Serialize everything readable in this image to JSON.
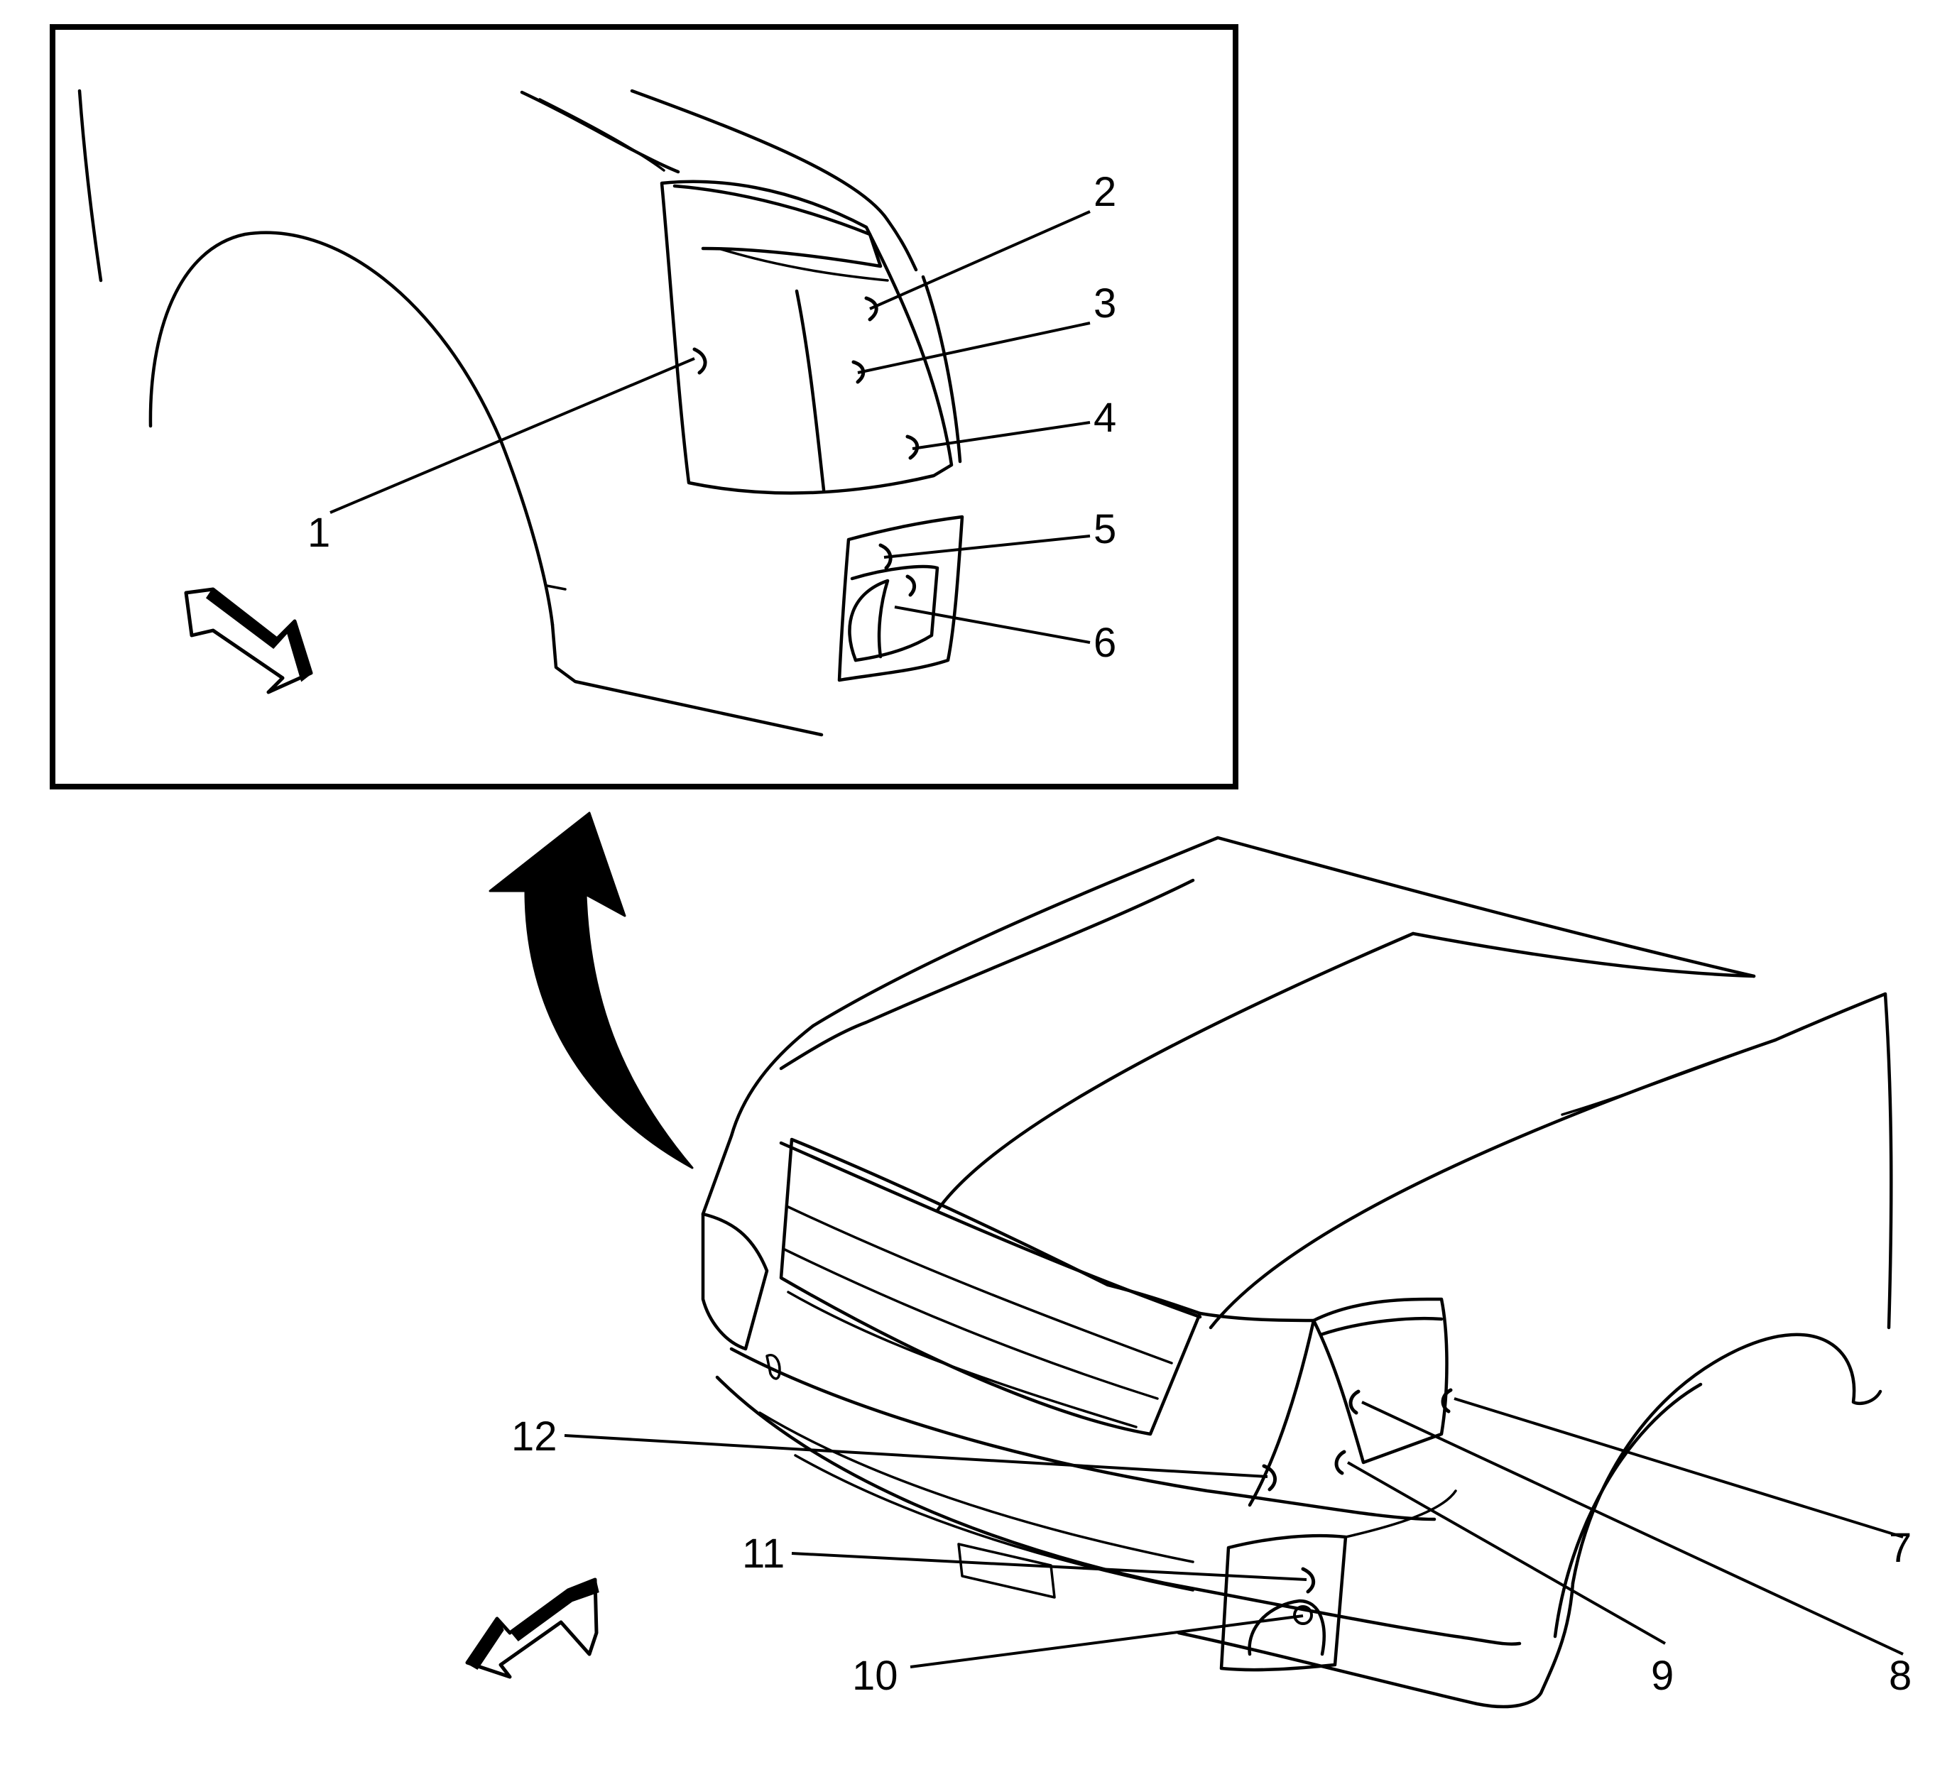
{
  "inset": {
    "callouts": [
      {
        "id": "1",
        "label": "1"
      },
      {
        "id": "2",
        "label": "2"
      },
      {
        "id": "3",
        "label": "3"
      },
      {
        "id": "4",
        "label": "4"
      },
      {
        "id": "5",
        "label": "5"
      },
      {
        "id": "6",
        "label": "6"
      }
    ],
    "view_arrow_icon": "direction-arrow-icon"
  },
  "main": {
    "callouts": [
      {
        "id": "7",
        "label": "7"
      },
      {
        "id": "8",
        "label": "8"
      },
      {
        "id": "9",
        "label": "9"
      },
      {
        "id": "10",
        "label": "10"
      },
      {
        "id": "11",
        "label": "11"
      },
      {
        "id": "12",
        "label": "12"
      }
    ],
    "view_arrow_icon": "direction-arrow-icon",
    "zoom_arrow_icon": "curved-arrow-icon"
  },
  "colors": {
    "line": "#000000",
    "background": "#ffffff"
  }
}
